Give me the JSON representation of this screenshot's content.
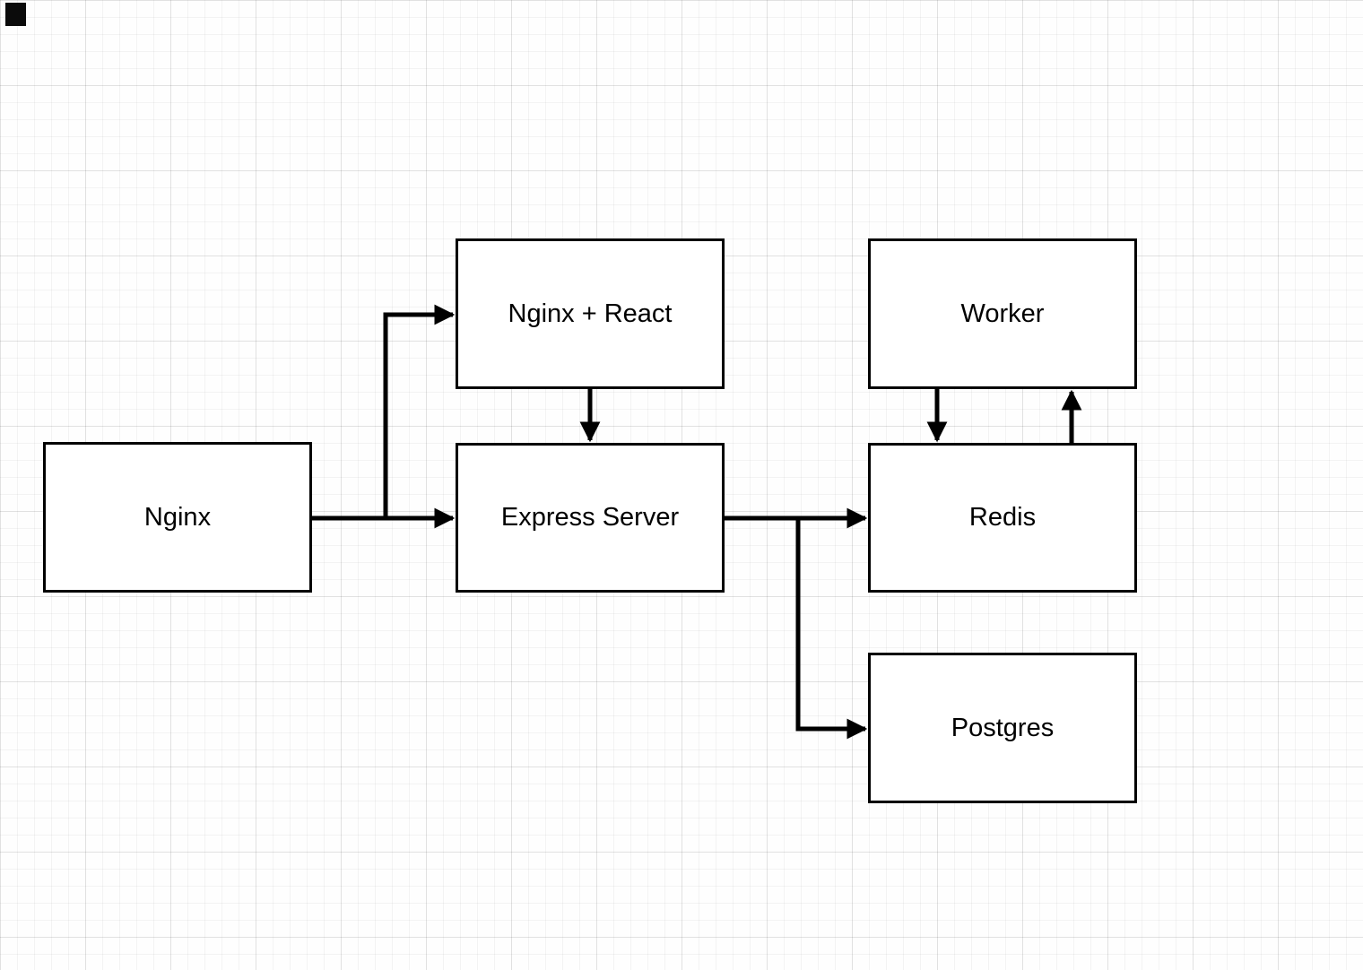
{
  "diagram": {
    "title": "",
    "nodes": [
      {
        "id": "nginx",
        "label": "Nginx"
      },
      {
        "id": "nginx-react",
        "label": "Nginx + React"
      },
      {
        "id": "express",
        "label": "Express Server"
      },
      {
        "id": "worker",
        "label": "Worker"
      },
      {
        "id": "redis",
        "label": "Redis"
      },
      {
        "id": "postgres",
        "label": "Postgres"
      }
    ],
    "edges": [
      {
        "from": "nginx",
        "to": "nginx-react"
      },
      {
        "from": "nginx",
        "to": "express"
      },
      {
        "from": "nginx-react",
        "to": "express"
      },
      {
        "from": "express",
        "to": "redis"
      },
      {
        "from": "express",
        "to": "postgres"
      },
      {
        "from": "worker",
        "to": "redis"
      },
      {
        "from": "redis",
        "to": "worker"
      }
    ],
    "colors": {
      "node_fill": "#ffffff",
      "node_border": "#000000",
      "edge": "#000000",
      "grid_line": "#ececec"
    }
  }
}
